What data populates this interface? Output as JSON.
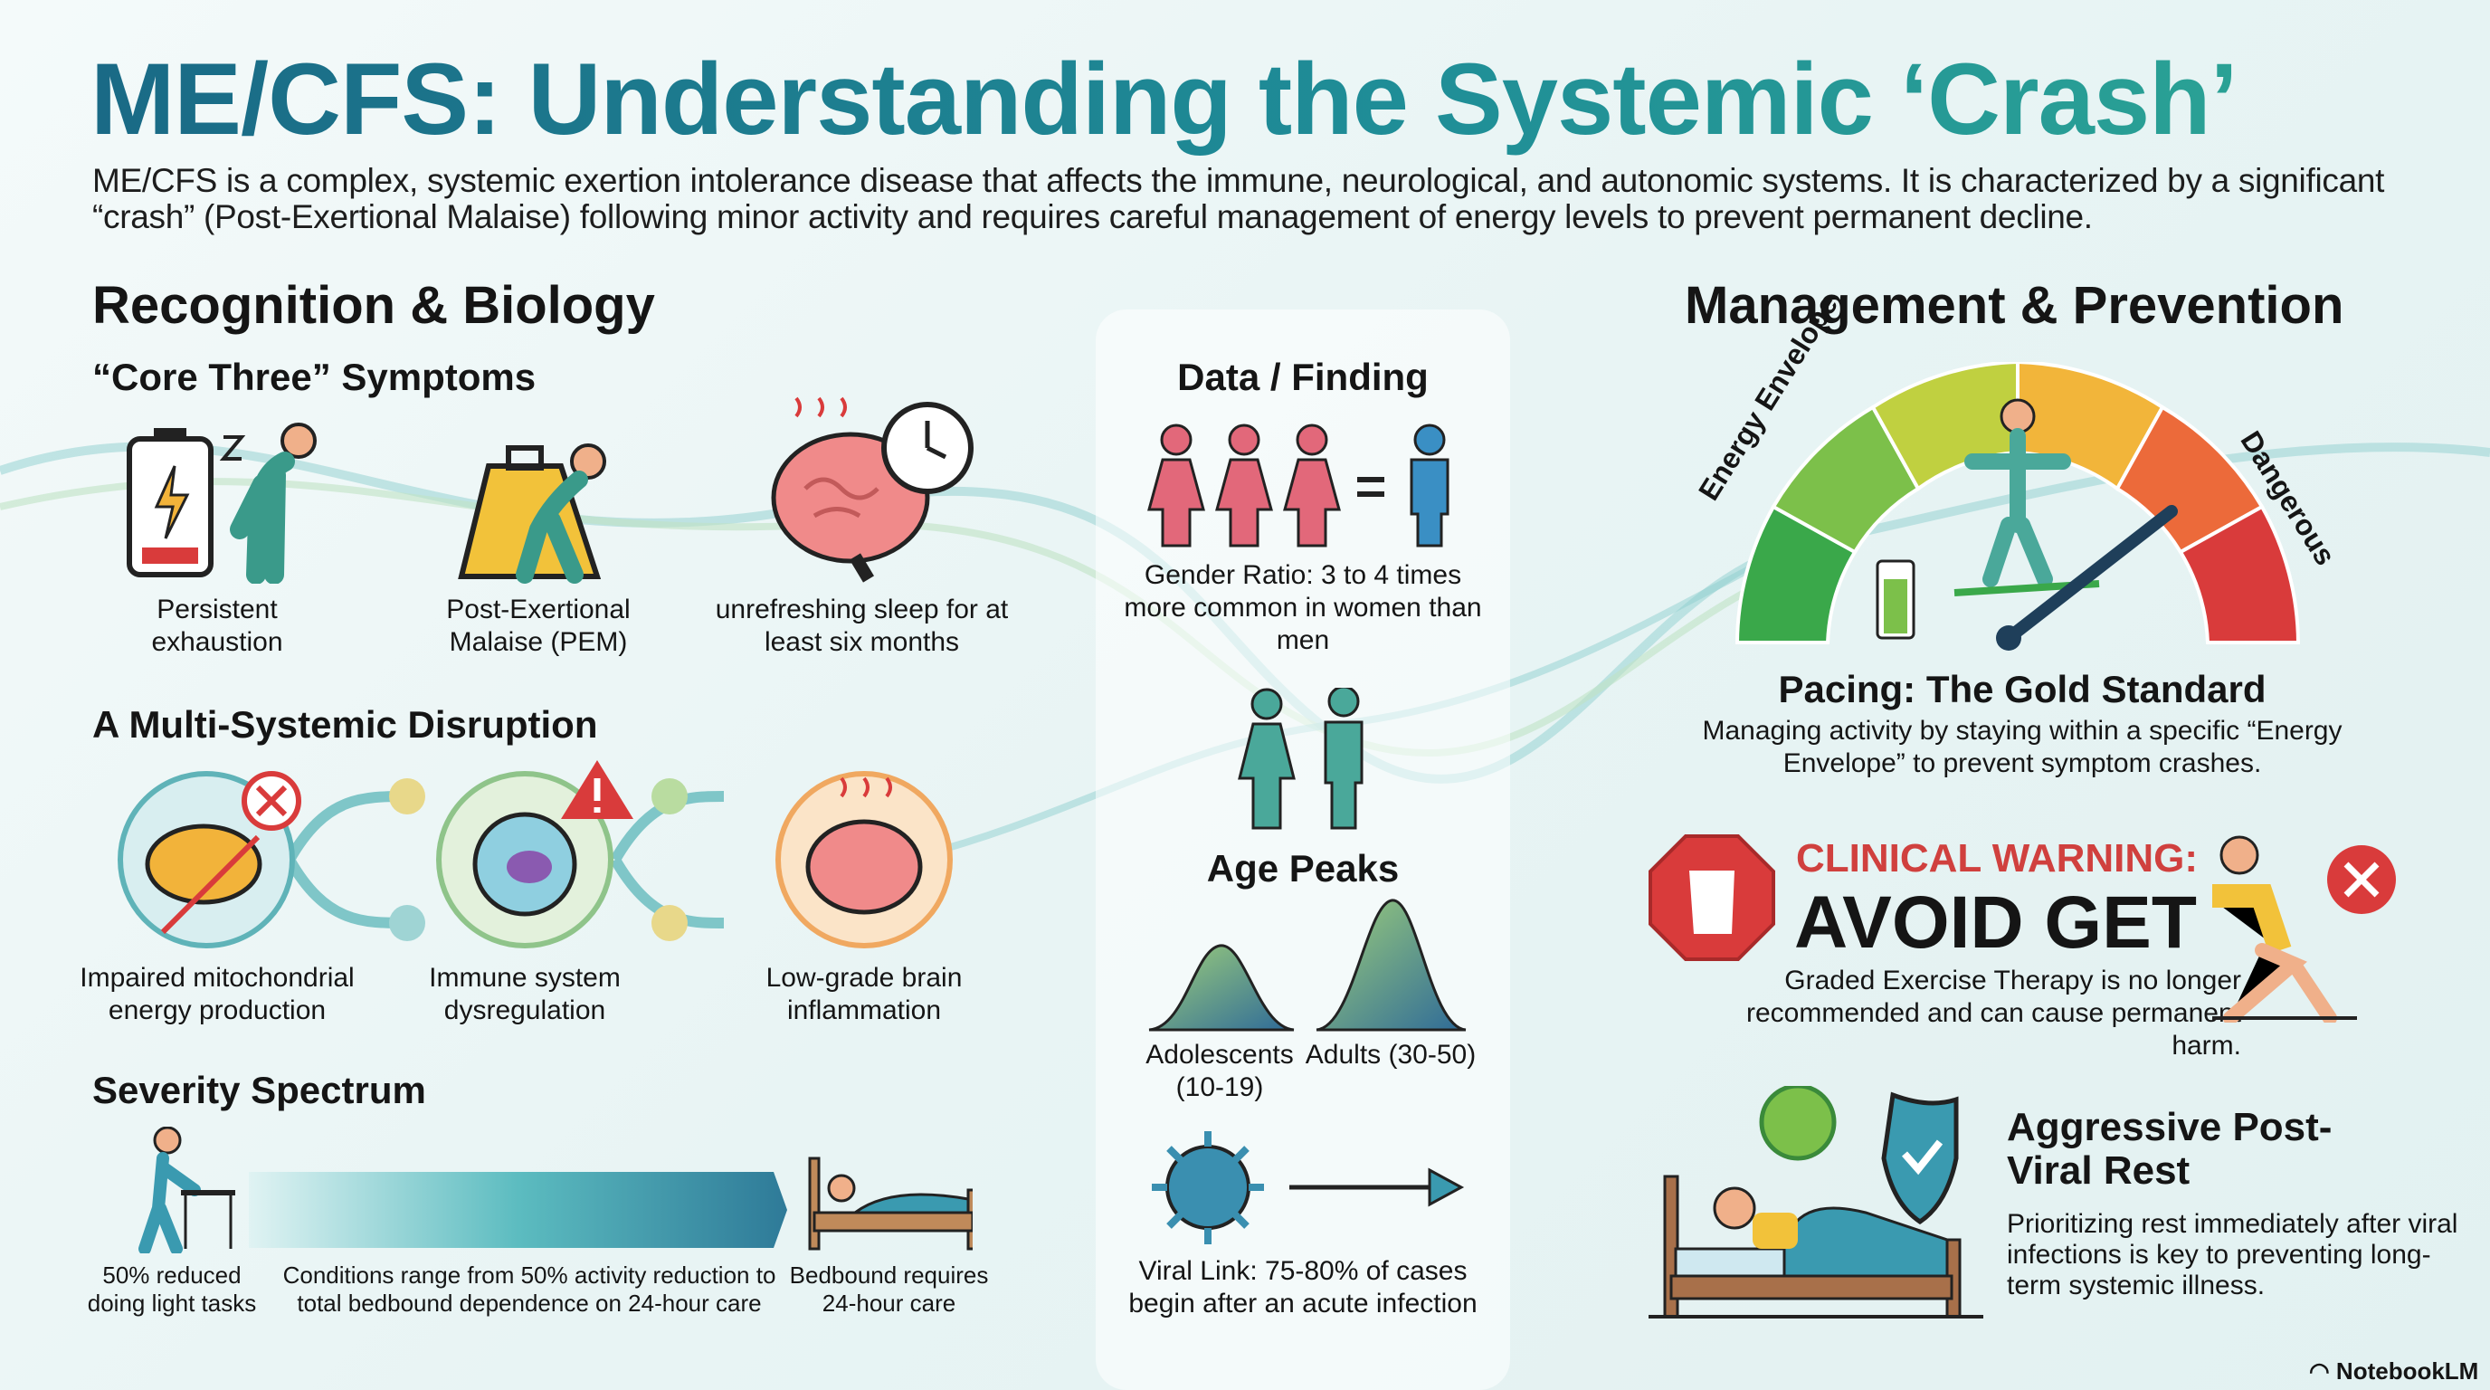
{
  "title": "ME/CFS: Understanding the Systemic ‘Crash’",
  "intro": "ME/CFS is a complex, systemic exertion intolerance disease that affects the immune, neurological, and autonomic systems. It is characterized by a significant “crash” (Post-Exertional Malaise) following minor activity and requires careful management of energy levels to prevent permanent decline.",
  "left": {
    "heading": "Recognition & Biology",
    "core": {
      "heading": "“Core Three” Symptoms",
      "items": [
        {
          "label": "Persistent exhaustion",
          "icon": "battery-tired-person-icon"
        },
        {
          "label": "Post-Exertional Malaise (PEM)",
          "icon": "weight-burden-icon"
        },
        {
          "label": "unrefreshing sleep for at least six months",
          "icon": "brain-clock-icon"
        }
      ]
    },
    "multi": {
      "heading": "A Multi-Systemic Disruption",
      "items": [
        {
          "label": "Impaired mitochondrial energy production",
          "icon": "mitochondria-icon"
        },
        {
          "label": "Immune system dysregulation",
          "icon": "immune-cell-icon"
        },
        {
          "label": "Low-grade brain inflammation",
          "icon": "inflamed-brain-icon"
        }
      ]
    },
    "severity": {
      "heading": "Severity Spectrum",
      "items": [
        {
          "label": "50% reduced doing light tasks"
        },
        {
          "label": "Conditions range from 50% activity reduction to total bedbound dependence on 24-hour care"
        },
        {
          "label": "Bedbound requires 24-hour care"
        }
      ]
    }
  },
  "middle": {
    "heading": "Data / Finding",
    "gender": "Gender Ratio: 3 to 4 times more common in women than men",
    "age_heading": "Age Peaks",
    "ages": [
      {
        "label": "Adolescents (10-19)"
      },
      {
        "label": "Adults (30-50)"
      }
    ],
    "viral": "Viral Link: 75-80% of cases begin after an acute infection"
  },
  "right": {
    "heading": "Management & Prevention",
    "gauge": {
      "left_label": "Energy Envelope",
      "right_label": "Dangerous"
    },
    "pacing_title": "Pacing: The Gold Standard",
    "pacing_desc": "Managing activity by staying within a specific “Energy Envelope” to prevent symptom crashes.",
    "warning_label": "CLINICAL WARNING:",
    "warning_title": "AVOID GET",
    "warning_desc": "Graded Exercise Therapy is no longer recommended and can cause permanent harm.",
    "rest_title": "Aggressive Post-Viral Rest",
    "rest_desc": "Prioritizing rest immediately after viral infections is key to preventing long-term systemic illness."
  },
  "brand": "NotebookLM",
  "colors": {
    "teal": "#1f8d97",
    "red": "#d93b3b",
    "pink": "#e2687a",
    "blue": "#3a8fc4"
  }
}
